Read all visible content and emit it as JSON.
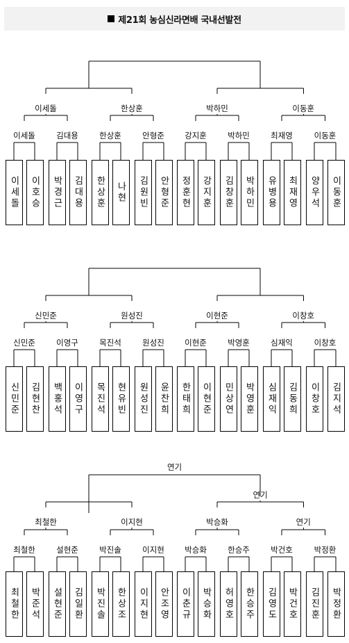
{
  "title": "제21회 농심신라면배 국내선발전",
  "brackets": [
    {
      "final": "",
      "semis": [
        "이세돌",
        "한상훈",
        "박하민",
        "이동훈"
      ],
      "quarters": [
        "이세돌",
        "김대용",
        "한상훈",
        "안형준",
        "강지훈",
        "박하민",
        "최재영",
        "이동훈"
      ],
      "players": [
        "이세돌",
        "이호승",
        "박경근",
        "김대용",
        "한상훈",
        "나현",
        "김원빈",
        "안형준",
        "정훈현",
        "강지훈",
        "김창훈",
        "박하민",
        "유병용",
        "최재영",
        "양우석",
        "이동훈"
      ]
    },
    {
      "final": "",
      "semis": [
        "신민준",
        "원성진",
        "이현준",
        "이창호"
      ],
      "quarters": [
        "신민준",
        "이영구",
        "목진석",
        "원성진",
        "이현준",
        "박영훈",
        "심재익",
        "이창호"
      ],
      "players": [
        "신민준",
        "김현찬",
        "백홍석",
        "이영구",
        "목진석",
        "현유빈",
        "원성진",
        "윤찬희",
        "한태희",
        "이현준",
        "민상연",
        "박영훈",
        "심재익",
        "김동희",
        "이창호",
        "김지석"
      ]
    },
    {
      "final": "연기",
      "halves": [
        "",
        "연기"
      ],
      "semis": [
        "최철한",
        "이지현",
        "박승화",
        "연기"
      ],
      "quarters": [
        "최철한",
        "설현준",
        "박진솔",
        "이지현",
        "박승화",
        "한승주",
        "박건호",
        "박정환"
      ],
      "players": [
        "최철한",
        "박준석",
        "설현준",
        "김일환",
        "박진솔",
        "한상조",
        "이지현",
        "안조영",
        "이춘규",
        "박승화",
        "허영호",
        "한승주",
        "김영도",
        "박건호",
        "김진훈",
        "박정환"
      ]
    }
  ]
}
